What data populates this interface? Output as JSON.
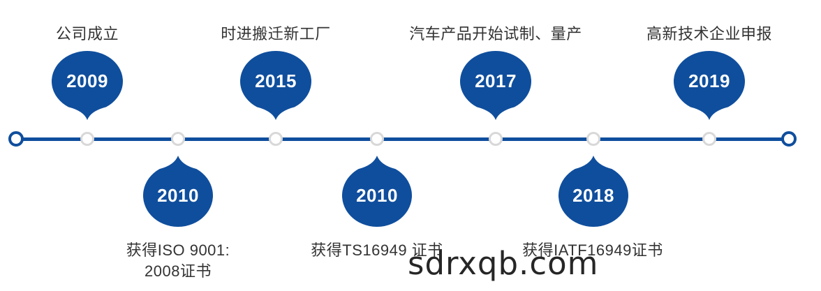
{
  "colors": {
    "primary_blue": "#0F4E9D",
    "node_ring_gray": "#D8D8D8",
    "caption_text": "#333333",
    "year_text": "#FFFFFF",
    "watermark_text": "#262626",
    "background": "#FFFFFF"
  },
  "timeline": {
    "top_events": [
      {
        "year": "2009",
        "title": "公司成立"
      },
      {
        "year": "2015",
        "title": "时进搬迁新工厂"
      },
      {
        "year": "2017",
        "title": "汽车产品开始试制、量产"
      },
      {
        "year": "2019",
        "title": "高新技术企业申报"
      }
    ],
    "bottom_events": [
      {
        "year": "2010",
        "lines": [
          "获得ISO 9001:",
          "2008证书"
        ]
      },
      {
        "year": "2010",
        "lines": [
          "获得TS16949 证书"
        ]
      },
      {
        "year": "2018",
        "lines": [
          "获得IATF16949证书"
        ]
      }
    ]
  },
  "watermark": {
    "text": "sdrxqb.com"
  }
}
